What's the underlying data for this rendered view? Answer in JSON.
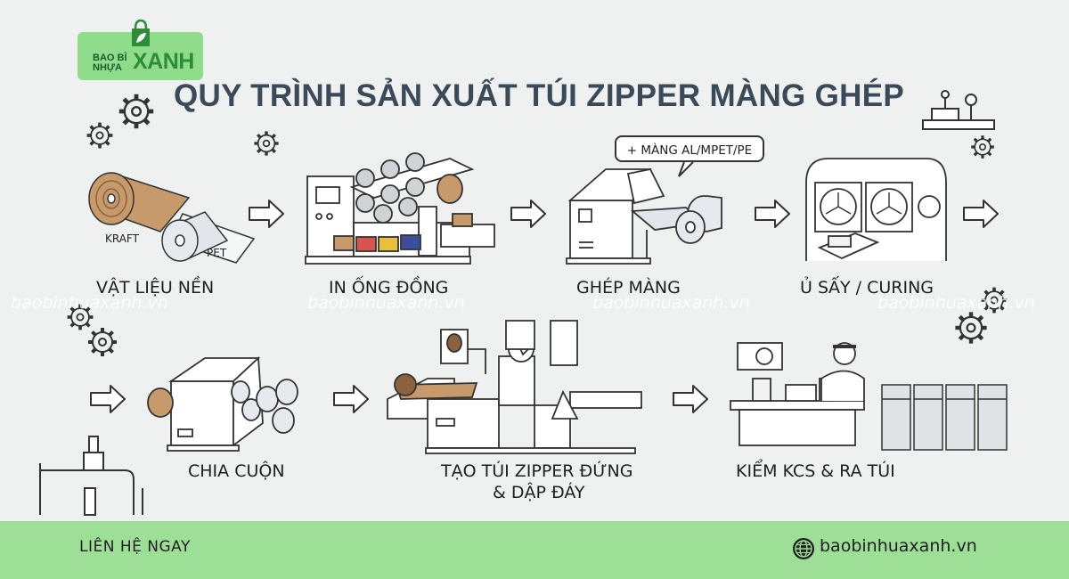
{
  "header": {
    "title": "QUY TRÌNH SẢN XUẤT TÚI ZIPPER MÀNG GHÉP",
    "logo": {
      "line1": "BAO BÌ",
      "line2": "NHỰA",
      "brand": "XANH",
      "brand_color": "#2e8b3a",
      "bg_color": "#8fdc8a"
    }
  },
  "steps": [
    {
      "label": "VẬT LIỆU NỀN",
      "materials": [
        "KRAFT",
        "PET"
      ]
    },
    {
      "label": "IN ỐNG ĐỒNG"
    },
    {
      "label": "GHÉP MÀNG",
      "callout": "+ MÀNG AL/MPET/PE"
    },
    {
      "label": "Ủ SẤY / CURING"
    },
    {
      "label": "CHIA CUỘN"
    },
    {
      "label_line1": "TẠO TÚI ZIPPER ĐỨNG",
      "label_line2": "& DẬP ĐÁY"
    },
    {
      "label": "KIỂM KCS & RA TÚI"
    }
  ],
  "watermark": "baobinhuaxanh.vn",
  "footer": {
    "contact": "LIÊN HỆ NGAY",
    "website": "baobinhuaxanh.vn",
    "globe_icon": "globe-icon",
    "bg_color": "#9ddf97"
  },
  "colors": {
    "kraft": "#b98a5e",
    "line": "#333333",
    "text": "#1f1f1f",
    "title": "#3b4a59"
  }
}
